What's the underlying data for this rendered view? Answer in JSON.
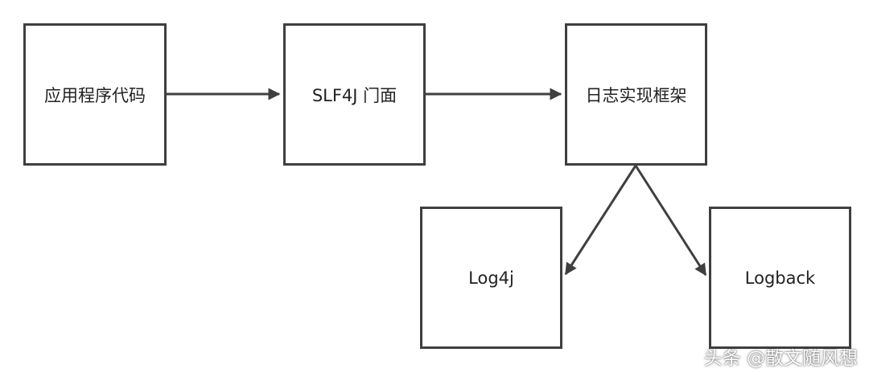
{
  "diagram": {
    "nodes": {
      "app": "应用程序代码",
      "slf4j": "SLF4J 门面",
      "impl": "日志实现框架",
      "log4j": "Log4j",
      "logback": "Logback"
    },
    "edges": [
      {
        "from": "app",
        "to": "slf4j"
      },
      {
        "from": "slf4j",
        "to": "impl"
      },
      {
        "from": "impl",
        "to": "log4j"
      },
      {
        "from": "impl",
        "to": "logback"
      }
    ]
  },
  "watermark": "头条 @散文随风想",
  "colors": {
    "stroke": "#3f3f3f",
    "text": "#222222",
    "background": "#ffffff"
  }
}
